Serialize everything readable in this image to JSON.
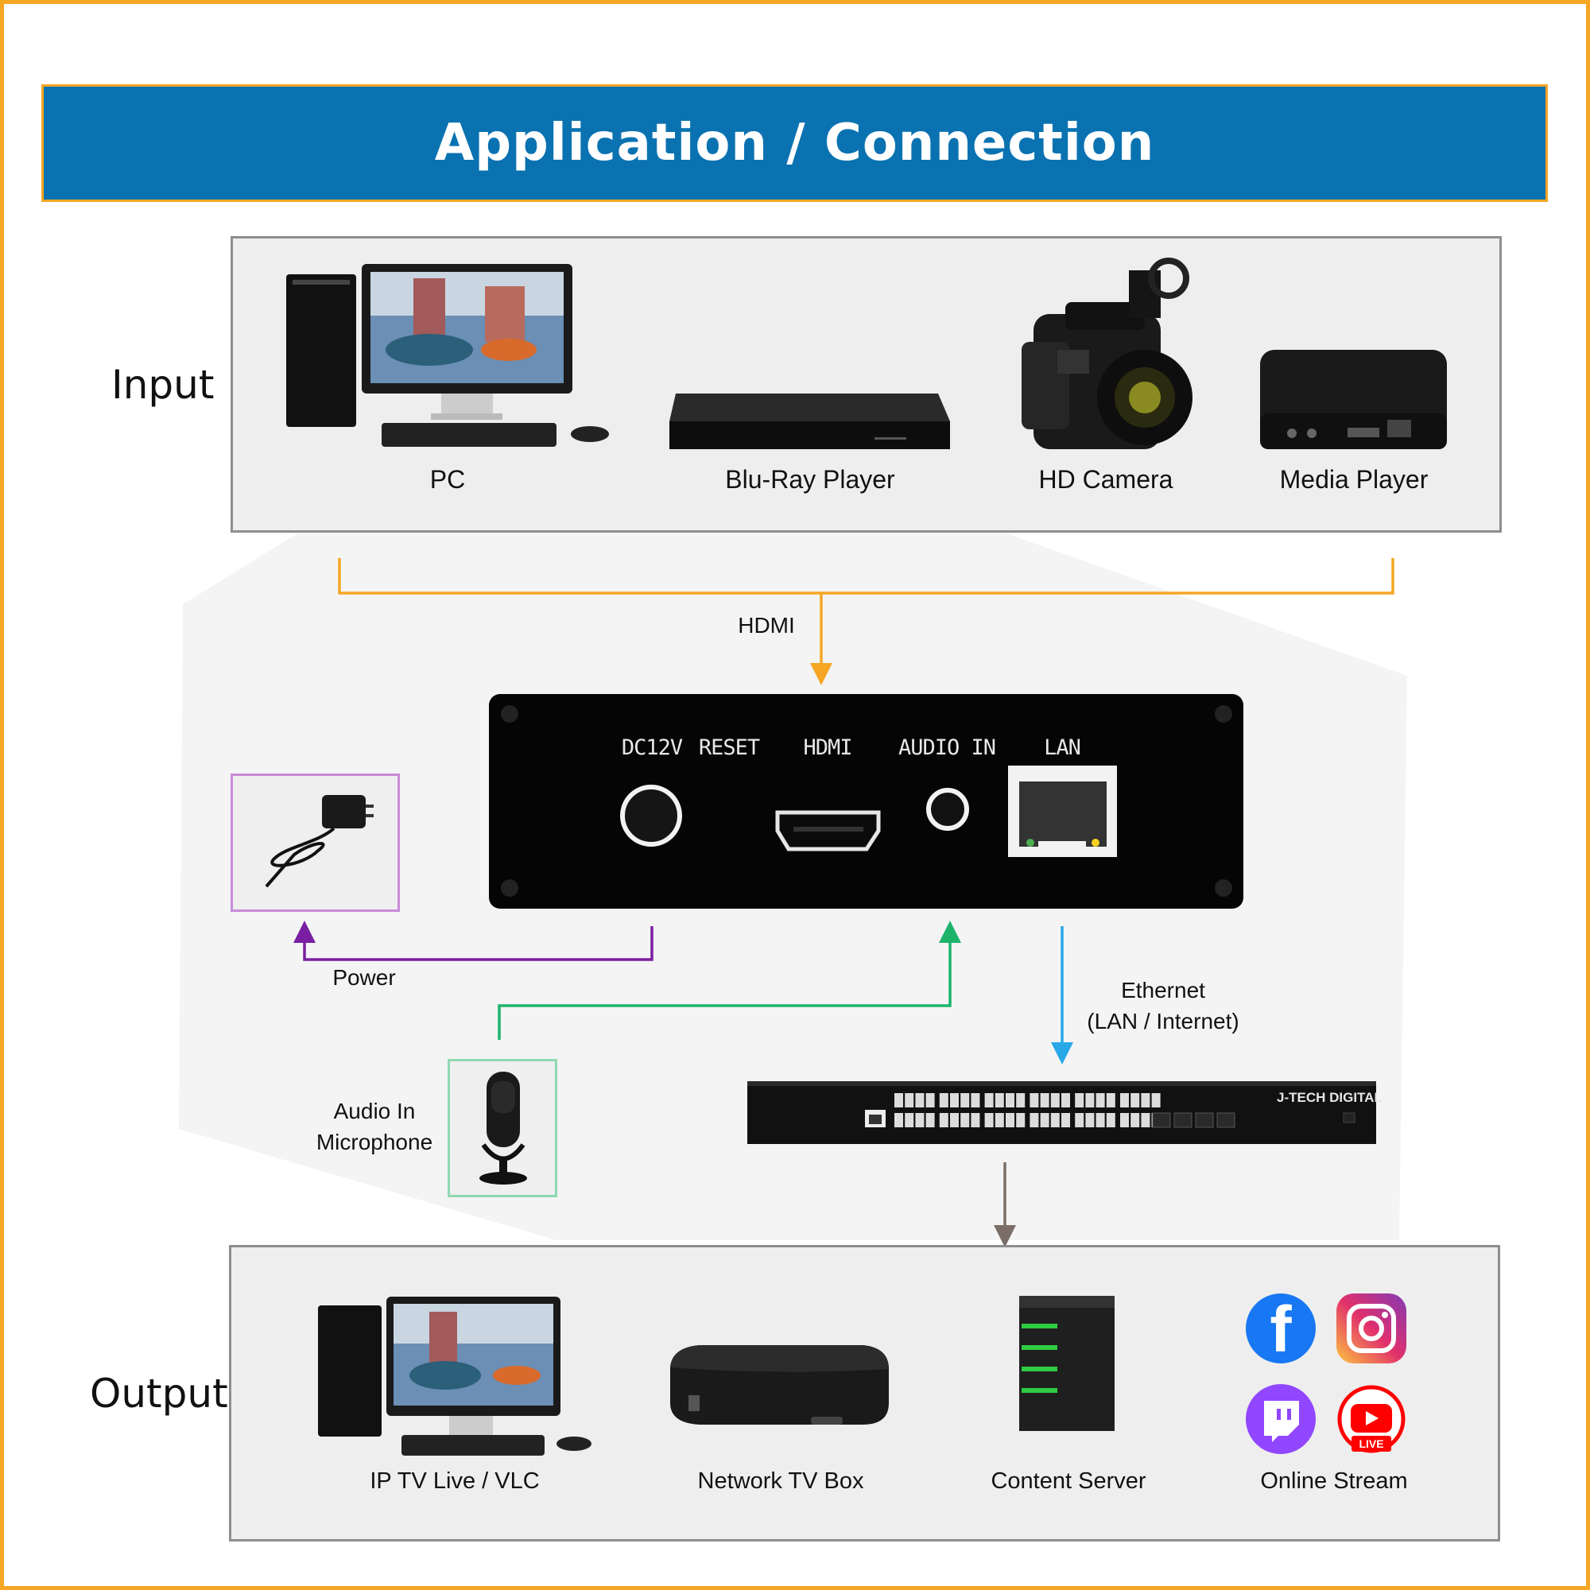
{
  "title": "Application / Connection",
  "input": {
    "label": "Input",
    "devices": [
      "PC",
      "Blu-Ray Player",
      "HD Camera",
      "Media Player"
    ]
  },
  "connections": {
    "hdmi": "HDMI",
    "power": "Power",
    "audio_line1": "Audio In",
    "audio_line2": "Microphone",
    "ethernet_line1": "Ethernet",
    "ethernet_line2": "(LAN / Internet)"
  },
  "encoder_ports": [
    "DC12V",
    "RESET",
    "HDMI",
    "AUDIO IN",
    "LAN"
  ],
  "switch_brand": "J-TECH DIGITAL",
  "output": {
    "label": "Output",
    "devices": [
      "IP TV Live / VLC",
      "Network TV Box",
      "Content Server",
      "Online Stream"
    ]
  },
  "social": {
    "live_badge": "LIVE"
  },
  "colors": {
    "frame": "#f5a623",
    "title_bar": "#0a72b1",
    "hdmi_line": "#f5a623",
    "power_line": "#7b1fa2",
    "audio_line": "#1db36b",
    "ethernet_line": "#29a8e8",
    "output_line": "#7a6e66"
  }
}
